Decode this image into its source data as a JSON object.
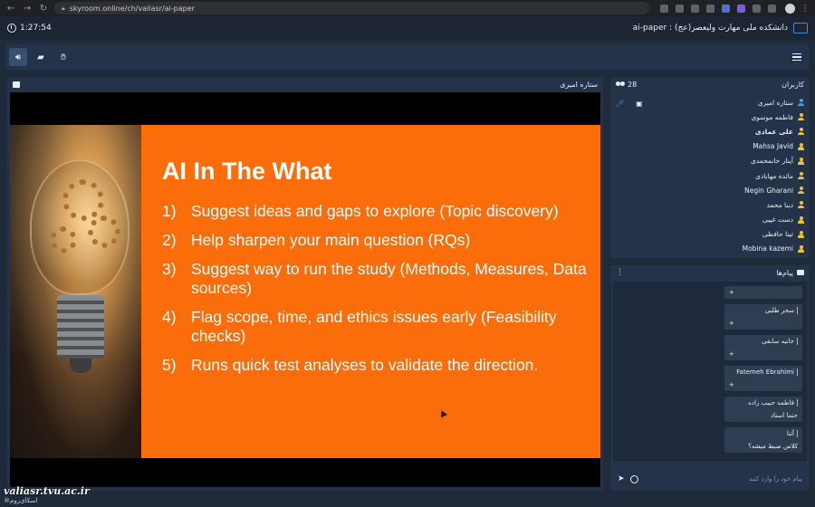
{
  "browser": {
    "url": "skyroom.online/ch/valiasr/ai-paper",
    "icons": [
      "back-icon",
      "forward-icon",
      "reload-icon",
      "lock-icon",
      "menu-dots-icon"
    ]
  },
  "header": {
    "timer": "1:27:54",
    "room_title": "دانشکده ملی مهارت ولیعصر(عج) : ai-paper"
  },
  "toolbar": {
    "icons": [
      "speaker-icon",
      "folder-icon",
      "hand-raise-icon",
      "hamburger-menu-icon"
    ]
  },
  "presenter": {
    "name": "ستاره امیری"
  },
  "slide": {
    "title": "AI In The What",
    "items": [
      {
        "num": "1)",
        "text": "Suggest ideas and gaps to explore (Topic discovery)"
      },
      {
        "num": "2)",
        "text": "Help sharpen your main question (RQs)"
      },
      {
        "num": "3)",
        "text": "Suggest way to run the study (Methods, Measures, Data sources)"
      },
      {
        "num": "4)",
        "text": "Flag scope, time, and ethics issues early (Feasibility checks)"
      },
      {
        "num": "5)",
        "text": "Runs quick test analyses to validate the direction."
      }
    ]
  },
  "users_panel": {
    "title": "کاربران",
    "count": "28",
    "users": [
      {
        "name": "ستاره امیری",
        "bold": false,
        "color": "blue"
      },
      {
        "name": "فاطمه موسوی",
        "bold": false,
        "color": "yellow"
      },
      {
        "name": "علی عمادی",
        "bold": true,
        "color": "yellow"
      },
      {
        "name": "Mahsa Javid",
        "bold": false,
        "color": "yellow"
      },
      {
        "name": "آیناز خانمحمدی",
        "bold": false,
        "color": "yellow"
      },
      {
        "name": "مائده مهابادی",
        "bold": false,
        "color": "yellow"
      },
      {
        "name": "Negin Gharani",
        "bold": false,
        "color": "yellow"
      },
      {
        "name": "دینا محمد",
        "bold": false,
        "color": "yellow"
      },
      {
        "name": "دست غیبی",
        "bold": false,
        "color": "yellow"
      },
      {
        "name": "تینا حافظی",
        "bold": false,
        "color": "yellow"
      },
      {
        "name": "Mobina kazemi",
        "bold": false,
        "color": "yellow"
      }
    ]
  },
  "chat_panel": {
    "title": "پیام‌ها",
    "messages": [
      {
        "sender": "",
        "body": "",
        "plus": "+"
      },
      {
        "sender": "سحر طلبی",
        "body": "",
        "plus": "+"
      },
      {
        "sender": "حانیه سابقی",
        "body": "",
        "plus": "+"
      },
      {
        "sender": "Fatemeh Ebrahimi",
        "body": "",
        "plus": "+"
      },
      {
        "sender": "فاطمه حبیب زاده",
        "body": "حتما استاد",
        "plus": ""
      },
      {
        "sender": "آتنا",
        "body": "کلاس ضبط میشه؟",
        "plus": ""
      }
    ],
    "input_placeholder": "پیام خود را وارد کنید"
  },
  "watermark": {
    "site": "valiasr.tvu.ac.ir",
    "brand": "اسکای‌روم®"
  },
  "colors": {
    "background": "#1f2b3a",
    "panel": "#25334a",
    "slide_orange": "#fb6d0a",
    "user_yellow": "#f3c22e",
    "user_blue": "#4b9be0"
  }
}
